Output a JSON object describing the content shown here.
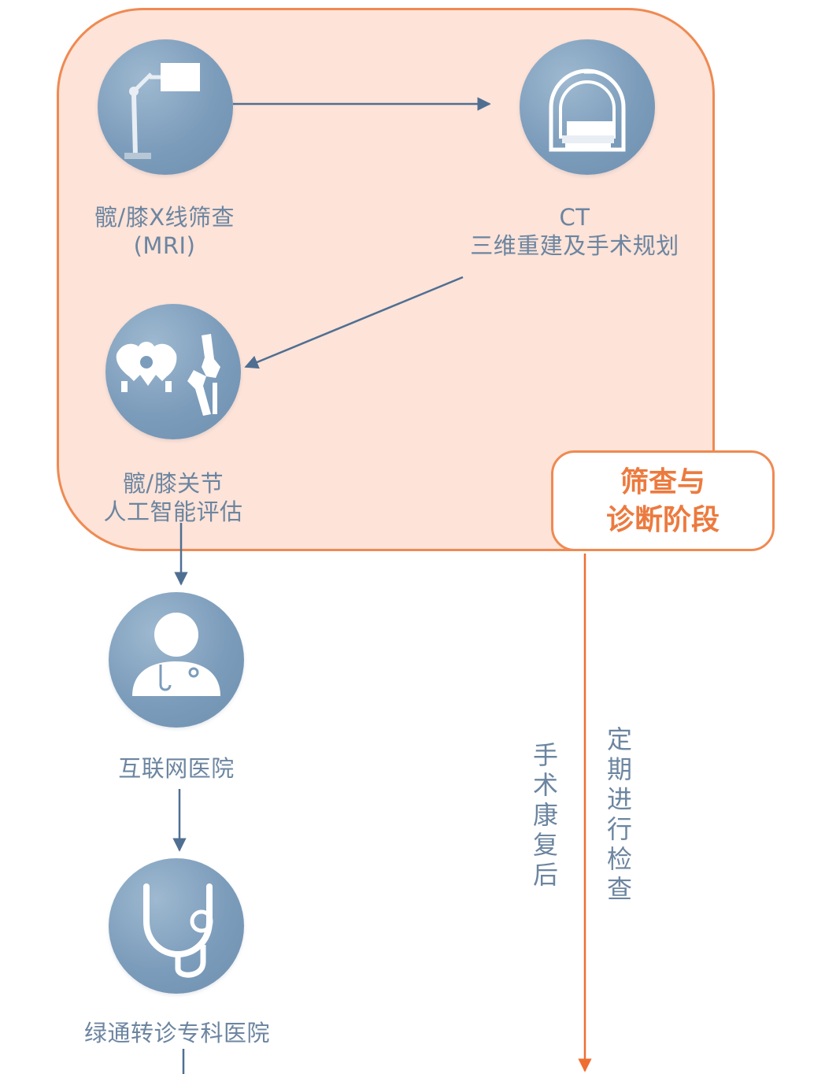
{
  "stage_box": {
    "tag_line1": "筛查与",
    "tag_line2": "诊断阶段"
  },
  "nodes": {
    "xray": {
      "icon": "xray-machine-icon",
      "label_line1": "髋/膝X线筛查",
      "label_line2": "(MRI)"
    },
    "ct": {
      "icon": "ct-scanner-icon",
      "label_line1": "CT",
      "label_line2": "三维重建及手术规划"
    },
    "ai": {
      "icon": "hip-knee-bones-icon",
      "label_line1": "髋/膝关节",
      "label_line2": "人工智能评估"
    },
    "internet_hospital": {
      "icon": "doctor-icon",
      "label": "互联网医院"
    },
    "specialist": {
      "icon": "stethoscope-icon",
      "label": "绿通转诊专科医院"
    }
  },
  "side_notes": {
    "rehab": "手术康复后",
    "checkup": "定期进行检查"
  },
  "colors": {
    "stage_fill": "#fde3d8",
    "stage_border": "#ef8a52",
    "node_blue": "#7c9cbb",
    "arrow_blue": "#4f6f92",
    "arrow_orange": "#ef6d33",
    "text_blue": "#6c85a0",
    "tag_text": "#ec7a3e"
  }
}
